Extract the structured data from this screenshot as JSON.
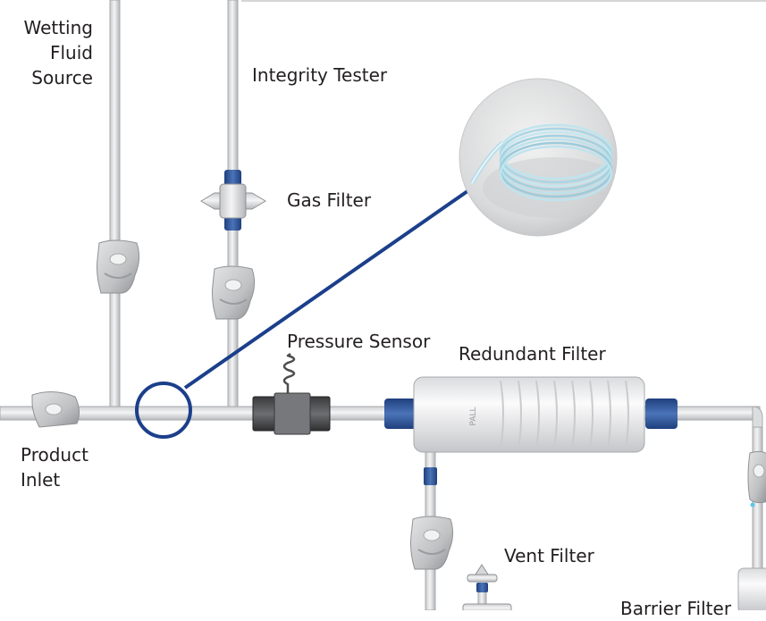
{
  "labels": {
    "wetting_fluid_source": [
      "Wetting",
      "Fluid",
      "Source"
    ],
    "integrity_tester": "Integrity Tester",
    "gas_filter": "Gas Filter",
    "pressure_sensor": "Pressure Sensor",
    "redundant_filter": "Redundant Filter",
    "product_inlet": [
      "Product",
      "Inlet"
    ],
    "vent_filter": "Vent Filter",
    "barrier_filter": "Barrier Filter"
  },
  "filter_brand_text": "PALL",
  "colors": {
    "pipe_fill": "#e6e7e8",
    "pipe_edge": "#a7a9ac",
    "connector_blue": "#2e5597",
    "callout_line": "#1b3f8b",
    "sensor_dark": "#4d4d4f",
    "label_text": "#231f20"
  },
  "icons": {
    "clamp": "pinch-clamp-icon",
    "sensor": "pressure-sensor-icon",
    "filter": "capsule-filter-icon",
    "inset": "coiled-tubing-photo"
  }
}
